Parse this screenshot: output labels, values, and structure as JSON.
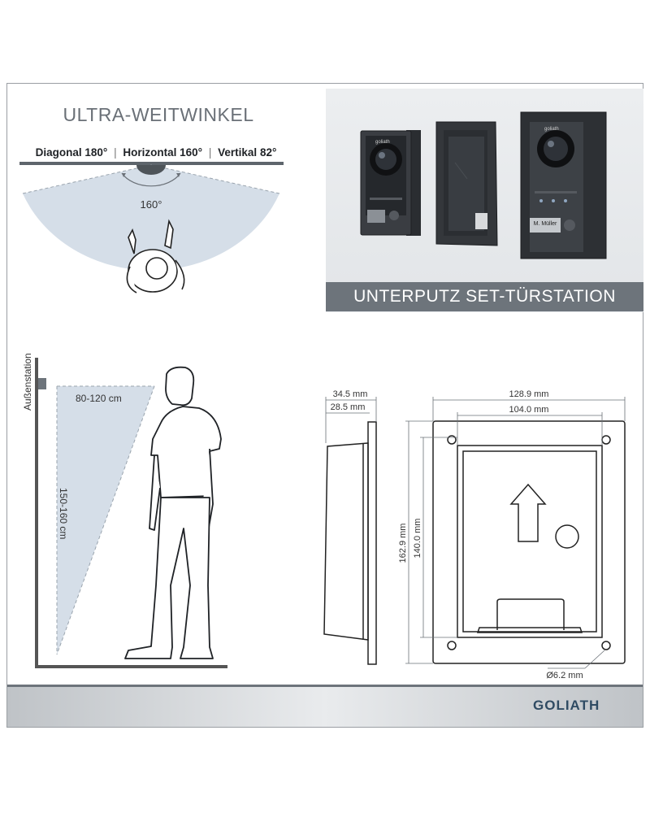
{
  "wide_angle": {
    "title": "ULTRA-WEITWINKEL",
    "diagonal_label": "Diagonal",
    "diagonal_value": "180°",
    "horizontal_label": "Horizontal",
    "horizontal_value": "160°",
    "vertical_label": "Vertikal",
    "vertical_value": "82°",
    "separator": "|",
    "fov_angle": "160°"
  },
  "product": {
    "banner": "UNTERPUTZ SET-TÜRSTATION",
    "nameplate": "M. Müller"
  },
  "mounting": {
    "wall_label": "Außenstation",
    "distance": "80-120 cm",
    "height": "150-160 cm"
  },
  "dimensions": {
    "depth_outer": "34.5 mm",
    "depth_inner": "28.5 mm",
    "width_outer": "128.9 mm",
    "width_inner": "104.0 mm",
    "height_outer": "162.9 mm",
    "height_inner": "140.0 mm",
    "hole": "Ø6.2 mm"
  },
  "brand": {
    "logo": "GOLIATH"
  },
  "colors": {
    "banner": "#6d747b",
    "fov_fill": "#d5dee8",
    "logo": "#2f4b63"
  }
}
